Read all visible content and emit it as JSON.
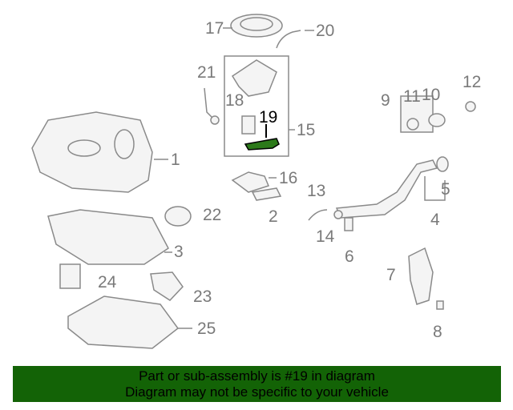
{
  "diagram": {
    "labels": {
      "p1": "1",
      "p2": "2",
      "p3": "3",
      "p4": "4",
      "p5": "5",
      "p6": "6",
      "p7": "7",
      "p8": "8",
      "p9": "9",
      "p10": "10",
      "p11": "11",
      "p12": "12",
      "p13": "13",
      "p14": "14",
      "p15": "15",
      "p16": "16",
      "p17": "17",
      "p18": "18",
      "p19": "19",
      "p20": "20",
      "p21": "21",
      "p22": "22",
      "p23": "23",
      "p24": "24",
      "p25": "25"
    },
    "highlight_color": "#1f6a10"
  },
  "banner": {
    "line1": "Part or sub-assembly is #19 in diagram",
    "line2": "Diagram may not be specific to your vehicle",
    "color": "#136306"
  }
}
